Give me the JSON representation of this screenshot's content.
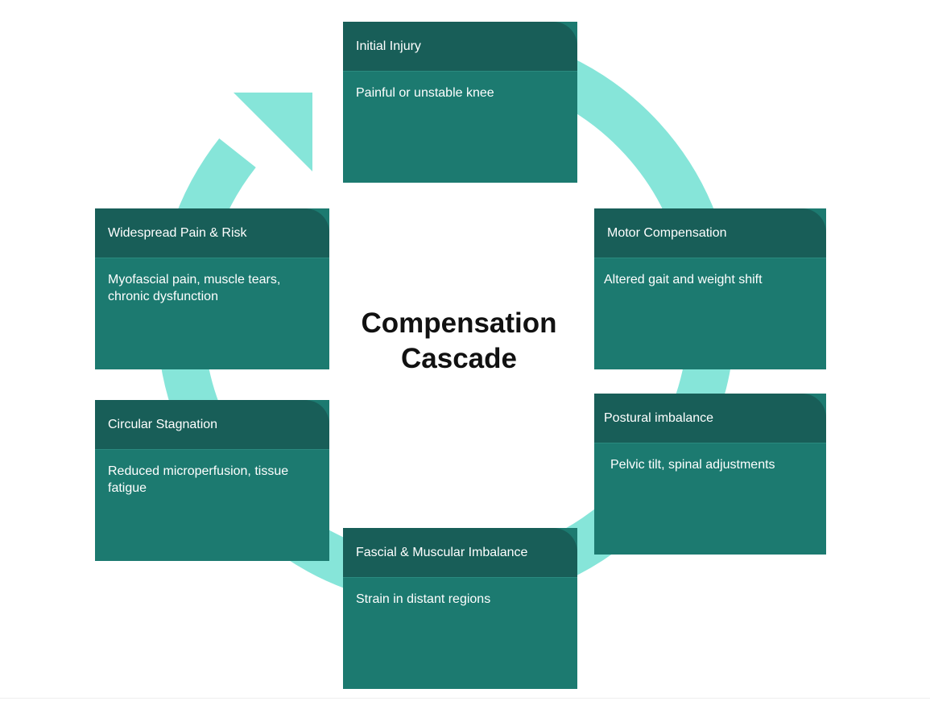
{
  "diagram": {
    "title_line1": "Compensation",
    "title_line2": "Cascade",
    "colors": {
      "ring": "#86e5d9",
      "card_header": "#185e58",
      "card_body": "#1c7a70",
      "text": "#ffffff",
      "title": "#111111"
    },
    "steps": [
      {
        "title": "Initial Injury",
        "text": "Painful or unstable knee"
      },
      {
        "title": "Motor Compensation",
        "text": "Altered gait and weight shift"
      },
      {
        "title": "Postural imbalance",
        "text": "Pelvic tilt, spinal adjustments"
      },
      {
        "title": "Fascial & Muscular Imbalance",
        "text": "Strain in distant regions"
      },
      {
        "title": "Circular Stagnation",
        "text": "Reduced microperfusion, tissue fatigue"
      },
      {
        "title": "Widespread Pain & Risk",
        "text": "Myofascial pain, muscle tears, chronic dysfunction"
      }
    ]
  }
}
